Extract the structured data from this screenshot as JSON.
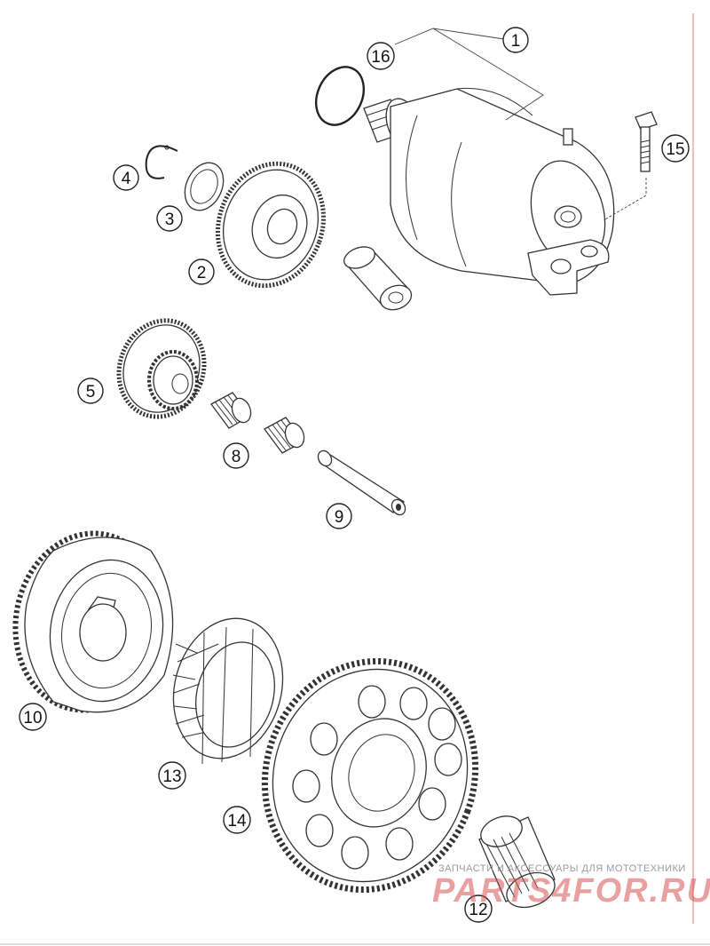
{
  "callouts": [
    {
      "id": "c1",
      "label": "1"
    },
    {
      "id": "c2",
      "label": "2"
    },
    {
      "id": "c3",
      "label": "3"
    },
    {
      "id": "c4",
      "label": "4"
    },
    {
      "id": "c5",
      "label": "5"
    },
    {
      "id": "c8",
      "label": "8"
    },
    {
      "id": "c9",
      "label": "9"
    },
    {
      "id": "c10",
      "label": "10"
    },
    {
      "id": "c12",
      "label": "12"
    },
    {
      "id": "c13",
      "label": "13"
    },
    {
      "id": "c14",
      "label": "14"
    },
    {
      "id": "c15",
      "label": "15"
    },
    {
      "id": "c16",
      "label": "16"
    }
  ],
  "watermark": {
    "tagline": "ЗАПЧАСТИ И АКСЕССУАРЫ ДЛЯ МОТОТЕХНИКИ",
    "brand": "PARTS4FOR.RU",
    "color": "#d65252"
  },
  "colors": {
    "line": "#333333",
    "background": "#ffffff",
    "margin_line": "#e07a7a"
  }
}
